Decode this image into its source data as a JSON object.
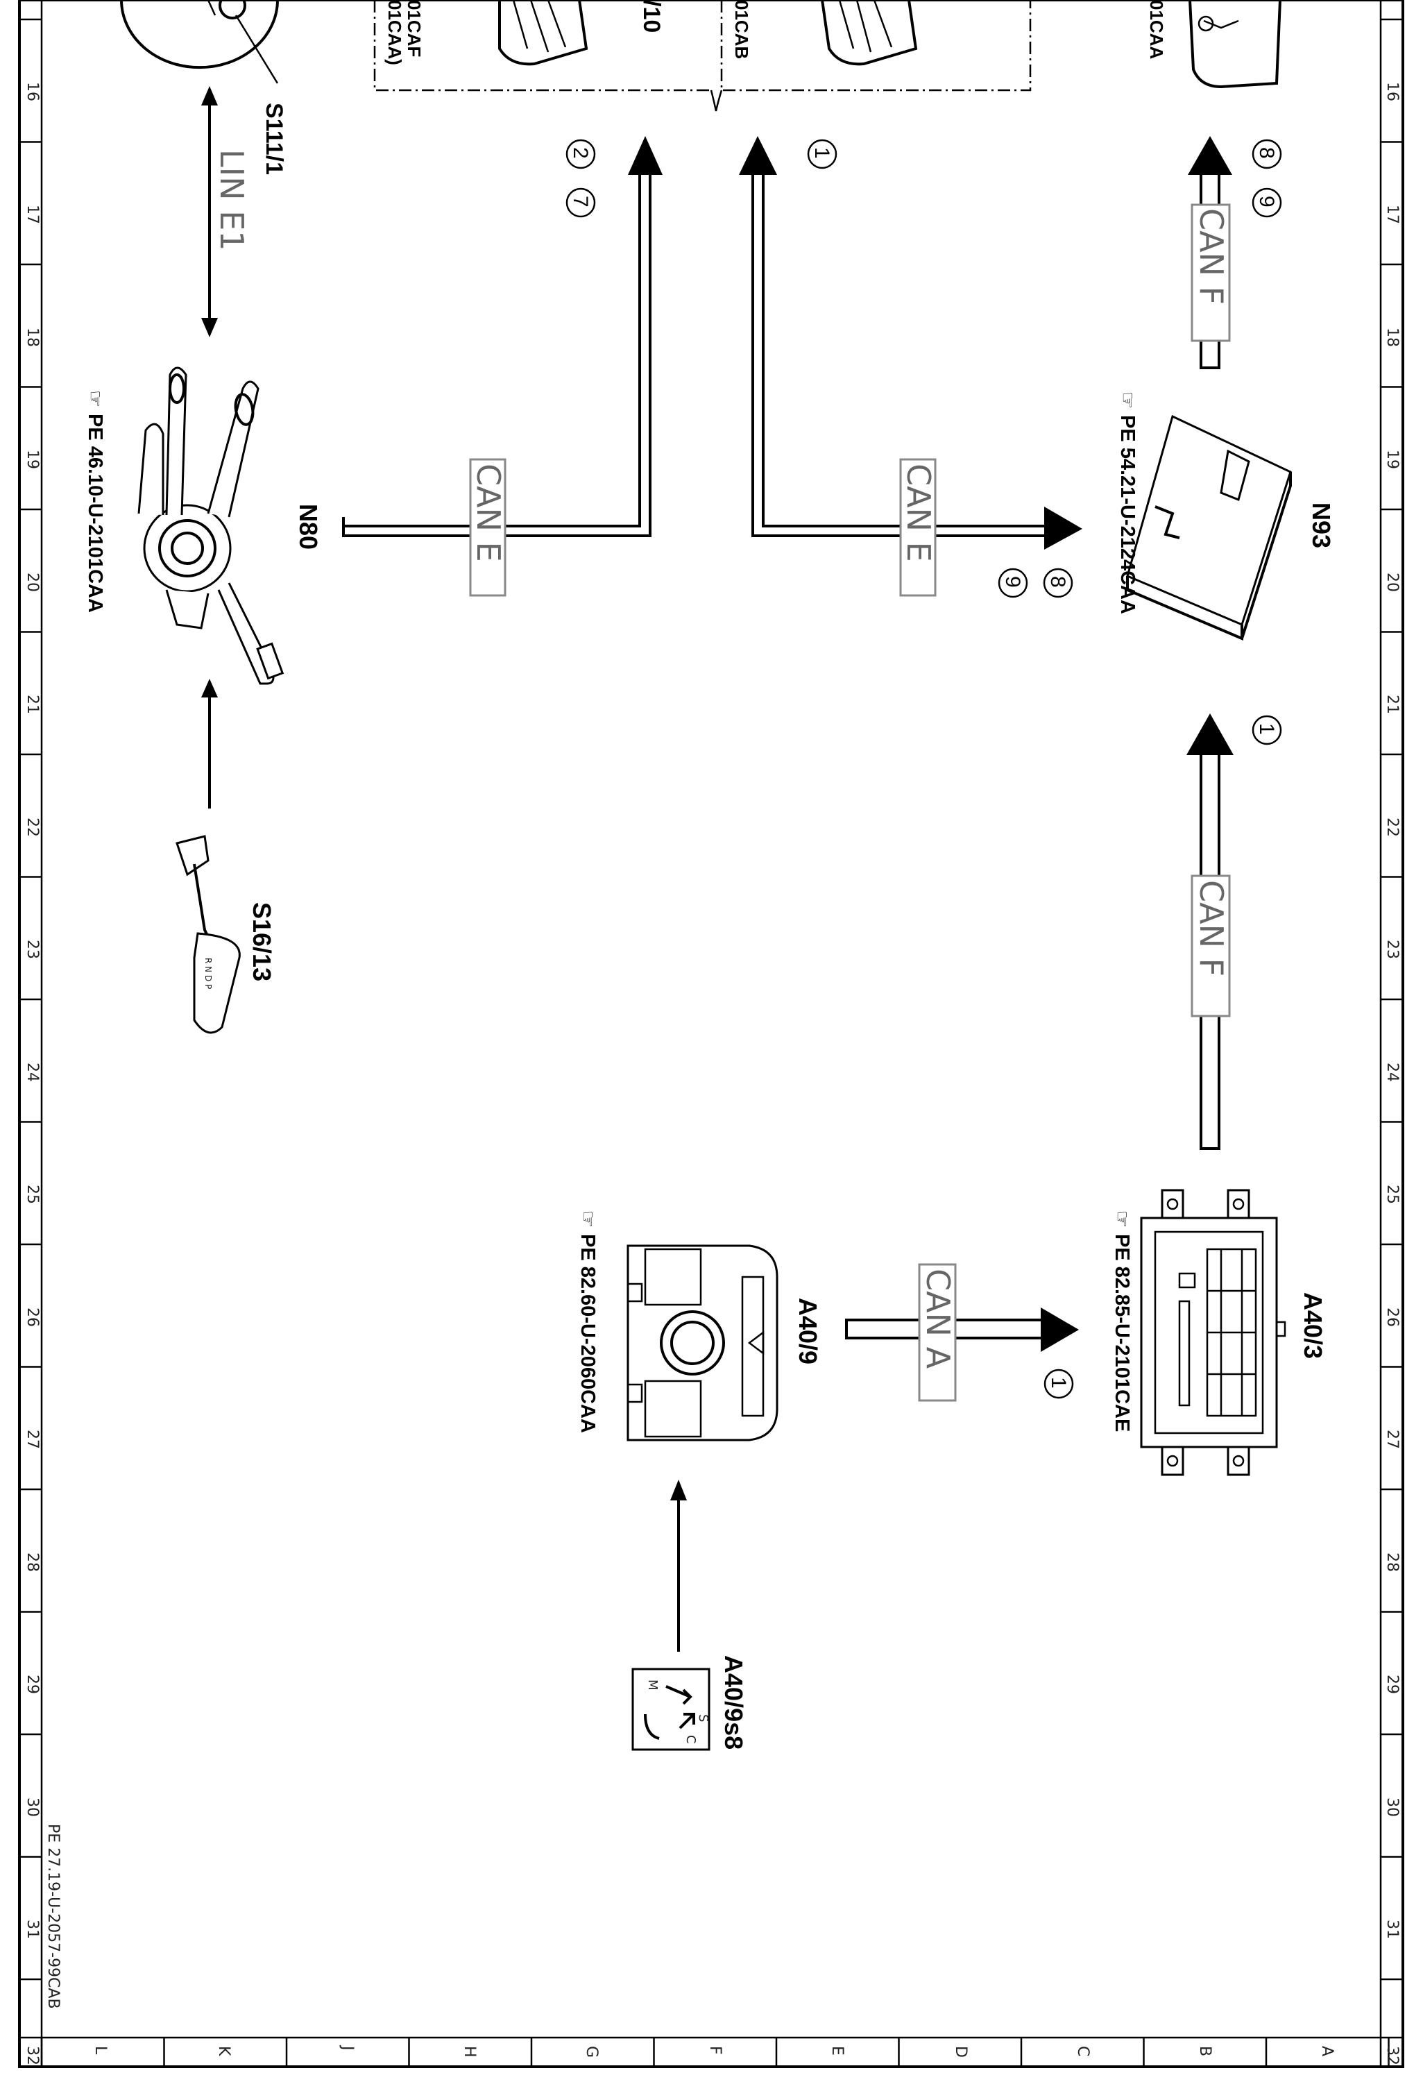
{
  "document_id": "PE 27.19-U-2057-99CAB",
  "ruler_numbers": [
    "16",
    "17",
    "18",
    "19",
    "20",
    "21",
    "22",
    "23",
    "24",
    "25",
    "26",
    "27",
    "28",
    "29",
    "30",
    "31",
    "32"
  ],
  "ruler_letters": [
    "L",
    "K",
    "J",
    "H",
    "G",
    "F",
    "E",
    "D",
    "C",
    "B",
    "A"
  ],
  "components": {
    "s111_1": {
      "label": "S111/1"
    },
    "n80": {
      "label": "N80",
      "ref": "PE 46.10-U-2101CAA"
    },
    "s16_13": {
      "label": "S16/13",
      "lever_text": "R N D P"
    },
    "n93": {
      "label": "N93",
      "ref": "PE 54.21-U-2124CAA"
    },
    "a40_3": {
      "label": "A40/3",
      "ref": "PE 82.85-U-2101CAE"
    },
    "a40_9": {
      "label": "A40/9",
      "ref": "PE 82.60-U-2060CAA"
    },
    "a40_9s8": {
      "label": "A40/9s8",
      "dial_letters": [
        "S",
        "C",
        "M"
      ]
    }
  },
  "top_fragments": {
    "left_box": [
      "01CAF",
      "01CAA)"
    ],
    "left_box_2": "/10",
    "right_box": "01CAB",
    "far_right": "01CAA"
  },
  "buses": {
    "lin_e1": "LIN E1",
    "can_e": "CAN E",
    "can_f": "CAN F",
    "can_a": "CAN A"
  },
  "markers": {
    "m1": "1",
    "m2": "2",
    "m7": "7",
    "m8": "8",
    "m9": "9"
  }
}
